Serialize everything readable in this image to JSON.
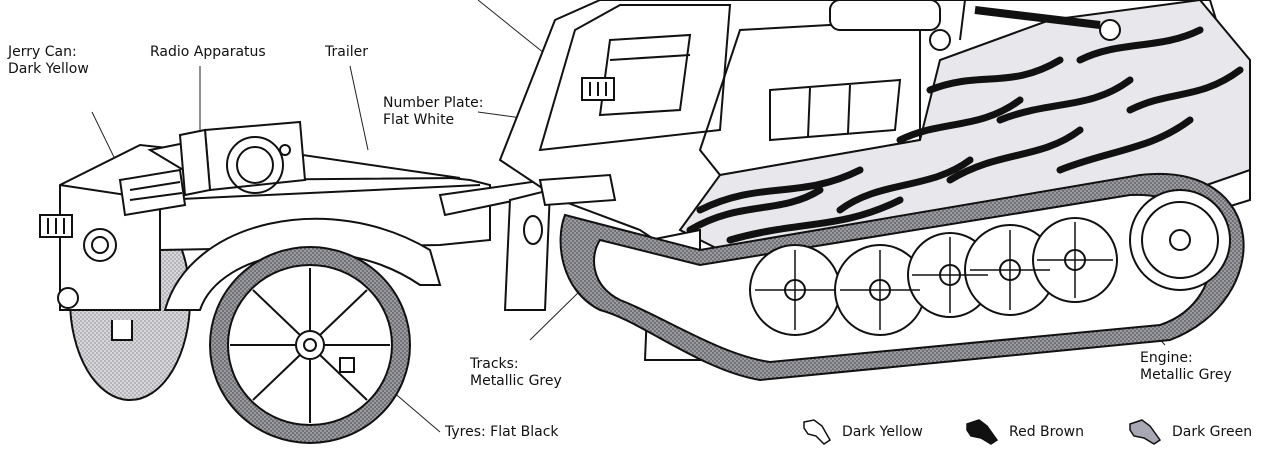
{
  "callouts": {
    "jerry_can": [
      "Jerry Can:",
      "Dark Yellow"
    ],
    "radio": "Radio Apparatus",
    "trailer": "Trailer",
    "number_plate": [
      "Number Plate:",
      "Flat White"
    ],
    "tracks": [
      "Tracks:",
      "Metallic Grey"
    ],
    "engine": [
      "Engine:",
      "Metallic Grey"
    ],
    "tyres": "Tyres: Flat Black"
  },
  "legend": [
    {
      "label": "Dark Yellow",
      "color": "#ffffff",
      "icon": "dark-yellow-swatch-icon"
    },
    {
      "label": "Red Brown",
      "color": "#111111",
      "icon": "red-brown-swatch-icon"
    },
    {
      "label": "Dark Green",
      "color": "#a8a8b4",
      "icon": "dark-green-swatch-icon"
    }
  ]
}
